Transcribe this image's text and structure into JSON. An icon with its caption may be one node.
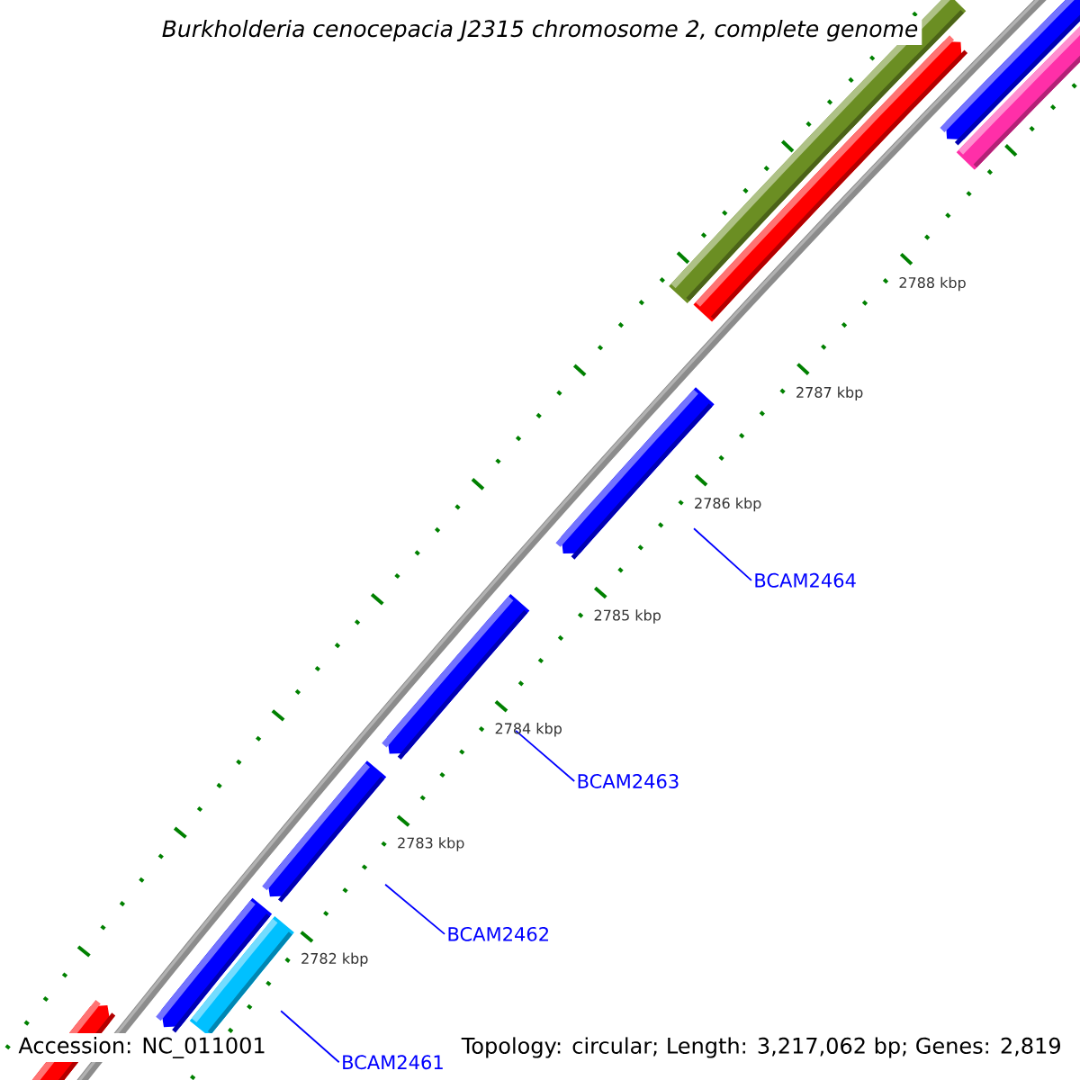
{
  "diagram": {
    "title": "*Burkholderia cenocepacia* J2315 chromosome 2, complete genome",
    "nodes": [
      {
        "text": [],
        "shape": "bar"
      },
      {
        "text": [],
        "shape": "bar"
      },
      {
        "text": [],
        "shape": "bar"
      },
      {
        "text": [],
        "shape": "bar"
      },
      {
        "text": [],
        "shape": "bar"
      },
      {
        "text": [],
        "shape": "bar"
      },
      {
        "text": [],
        "shape": "bar"
      },
      {
        "text": [],
        "shape": "bar"
      },
      {
        "text": [],
        "shape": "bar"
      },
      {
        "text": [],
        "shape": "bar"
      },
      {
        "text": [
          "BCAM2464"
        ]
      },
      {
        "text": [
          "BCAM2463"
        ]
      },
      {
        "text": [
          "BCAM2462"
        ]
      },
      {
        "text": [
          "BCAM2461"
        ]
      }
    ],
    "edges": [
      {
        "from": 10,
        "to": 4,
        "arrow": "none"
      },
      {
        "from": 11,
        "to": 5,
        "arrow": "none"
      },
      {
        "from": 12,
        "to": 6,
        "arrow": "none"
      },
      {
        "from": 13,
        "to": 8,
        "arrow": "none"
      }
    ],
    "labels": [
      "2788 kbp",
      "2787 kbp",
      "2786 kbp",
      "2785 kbp",
      "2784 kbp",
      "2783 kbp",
      "2782 kbp",
      "Accession: NC_011001",
      "Topology: circular; Length: 3,217,062 bp; Genes: 2,819"
    ]
  }
}
